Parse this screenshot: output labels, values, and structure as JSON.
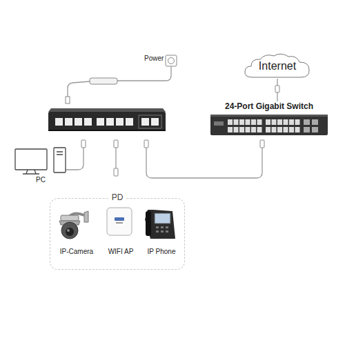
{
  "diagram": {
    "nodes": [
      {
        "text": [
          "Internet"
        ]
      },
      {
        "text": [
          "24-Port Gigabit Switch"
        ]
      },
      {
        "text": [
          "PC"
        ]
      },
      {
        "text": [
          "PD"
        ]
      },
      {
        "text": [
          "IP-Camera"
        ],
        "in": 3
      },
      {
        "text": [
          "WIFI AP"
        ],
        "in": 3
      },
      {
        "text": [
          "IP Phone"
        ],
        "in": 3
      }
    ],
    "edges": [
      {
        "from": 0,
        "to": 1,
        "arrow": "none"
      }
    ],
    "labels": [
      "Power"
    ]
  }
}
